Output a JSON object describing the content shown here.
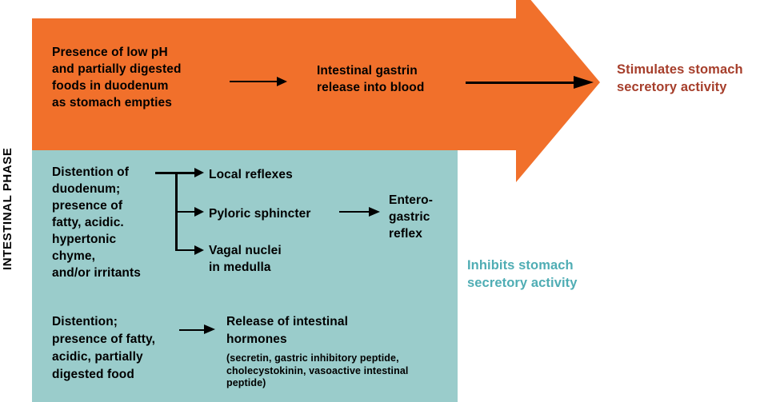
{
  "phase_label": "INTESTINAL PHASE",
  "colors": {
    "arrow_orange": "#F1702B",
    "box_teal": "#9ACCCB",
    "stimulates_red": "#A63E2B",
    "inhibits_teal": "#4FADB4",
    "connector_black": "#000000"
  },
  "stimulation": {
    "stimulus": "Presence of low pH\nand partially digested\nfoods in duodenum\nas stomach empties",
    "mediator": "Intestinal gastrin\nrelease into blood",
    "outcome": "Stimulates stomach\nsecretory activity"
  },
  "inhibition": {
    "stimulus_upper": "Distention of\nduodenum;\npresence of\nfatty, acidic.\nhypertonic\nchyme,\nand/or irritants",
    "branch_local": "Local reflexes",
    "branch_pyloric": "Pyloric sphincter",
    "branch_vagal": "Vagal nuclei\nin medulla",
    "enterogastric": "Entero-\ngastric\nreflex",
    "stimulus_lower": "Distention;\npresence of fatty,\nacidic, partially\ndigested food",
    "hormones_title": "Release of intestinal\nhormones",
    "hormones_detail": "(secretin, gastric inhibitory peptide,\ncholecystokinin, vasoactive intestinal\npeptide)",
    "outcome": "Inhibits stomach\nsecretory activity"
  }
}
